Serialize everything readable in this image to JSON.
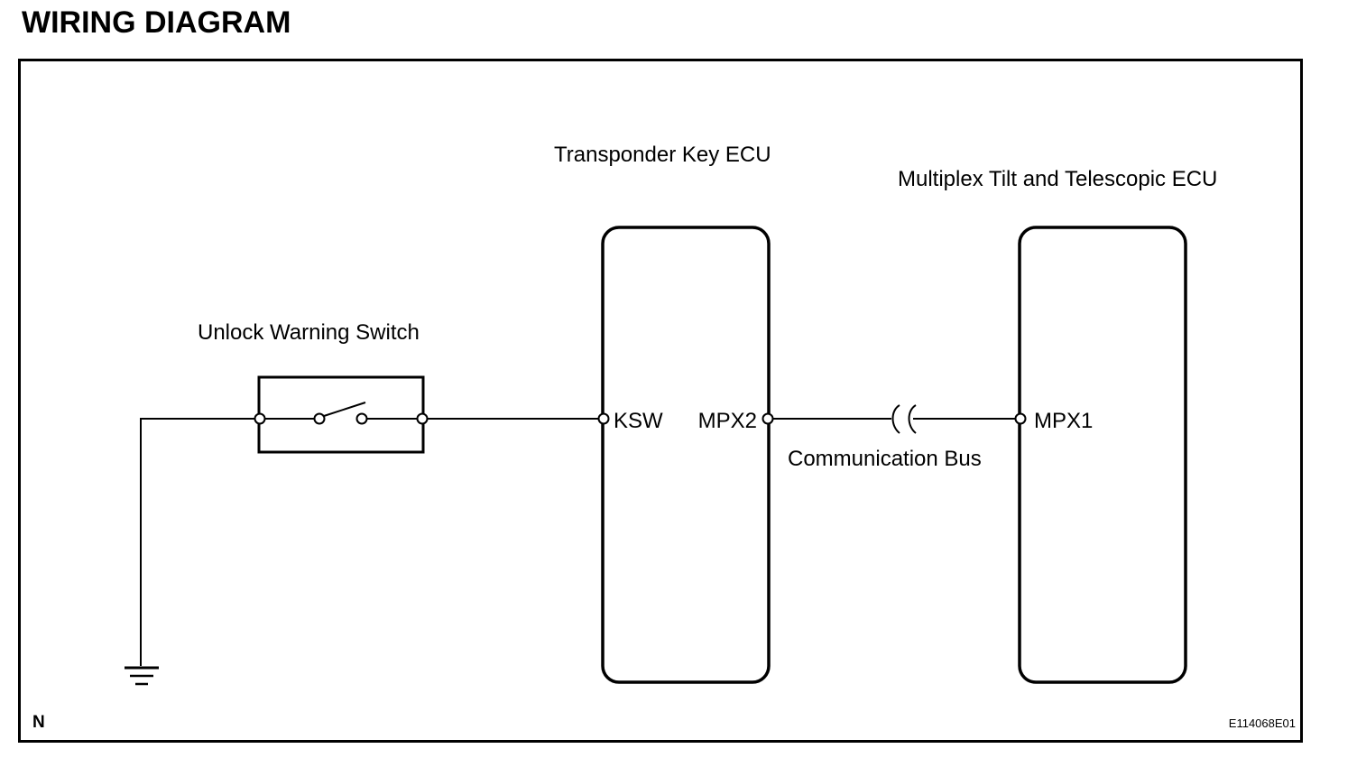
{
  "title": "WIRING DIAGRAM",
  "components": {
    "transponder_ecu": {
      "label": "Transponder Key ECU",
      "terminals": [
        "KSW",
        "MPX2"
      ]
    },
    "multiplex_ecu": {
      "label": "Multiplex Tilt and Telescopic ECU",
      "terminals": [
        "MPX1"
      ]
    },
    "unlock_switch": {
      "label": "Unlock Warning Switch"
    }
  },
  "bus_label": "Communication Bus",
  "footer": {
    "left_code": "N",
    "right_code": "E114068E01"
  },
  "colors": {
    "line": "#000000",
    "background": "#ffffff"
  }
}
